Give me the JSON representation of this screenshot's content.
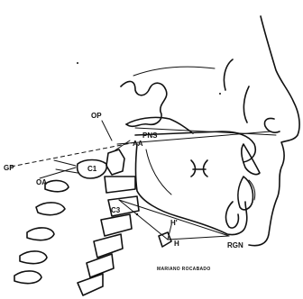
{
  "labels": {
    "op": "OP",
    "pns": "PNS",
    "aa": "AA",
    "gp": "GP",
    "c1": "C1",
    "oa": "OA",
    "c3": "C3",
    "h_prime": "H'",
    "h": "H",
    "rgn": "RGN"
  },
  "credit": "MARIANO ROCABADO"
}
